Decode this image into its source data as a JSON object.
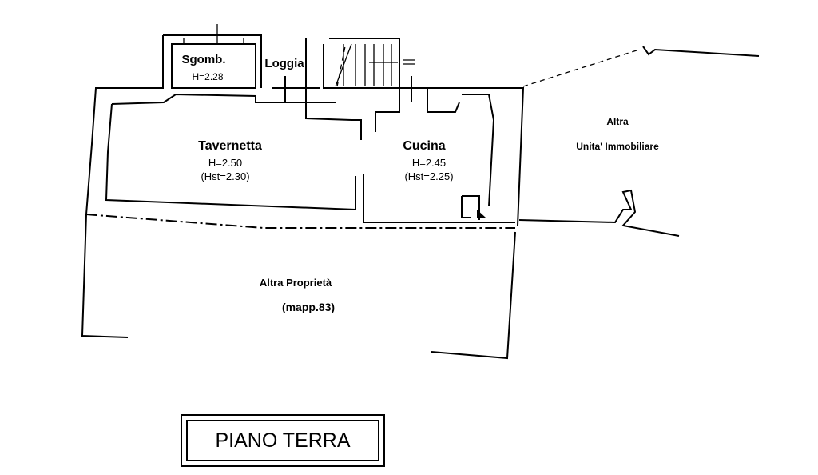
{
  "rooms": {
    "sgomb": {
      "name": "Sgomb.",
      "height": "H=2.28"
    },
    "loggia": {
      "name": "Loggia"
    },
    "tavernetta": {
      "name": "Tavernetta",
      "height": "H=2.50",
      "hst": "(Hst=2.30)"
    },
    "cucina": {
      "name": "Cucina",
      "height": "H=2.45",
      "hst": "(Hst=2.25)"
    }
  },
  "neighbors": {
    "altra_unita_line1": "Altra",
    "altra_unita_line2": "Unita' Immobiliare",
    "altra_proprieta_line1": "Altra Proprietà",
    "altra_proprieta_line2": "(mapp.83)"
  },
  "title": "PIANO TERRA"
}
